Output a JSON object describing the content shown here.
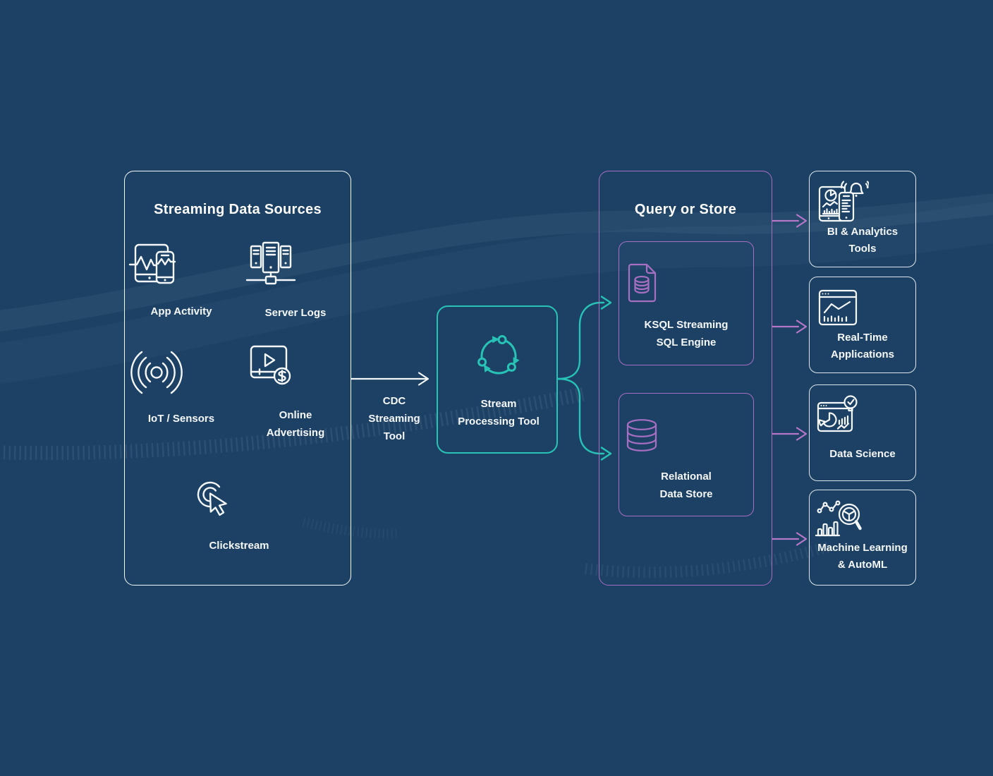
{
  "colors": {
    "background": "#1d4164",
    "teal": "#28c3b7",
    "purple": "#a76fc2",
    "arrow_pink": "#b478c8",
    "panel_border_white": "#f4f7fa",
    "destination_border": "#dde6ee",
    "text": "#ffffff"
  },
  "sources": {
    "title": "Streaming Data Sources",
    "items": [
      {
        "icon": "app-activity-icon",
        "lines": [
          "App Activity"
        ]
      },
      {
        "icon": "server-logs-icon",
        "lines": [
          "Server Logs"
        ]
      },
      {
        "icon": "iot-sensors-icon",
        "lines": [
          "IoT / Sensors"
        ]
      },
      {
        "icon": "online-advertising-icon",
        "lines": [
          "Online",
          "Advertising"
        ]
      },
      {
        "icon": "clickstream-icon",
        "lines": [
          "Clickstream"
        ]
      }
    ]
  },
  "cdc_arrow": {
    "lines": [
      "CDC",
      "Streaming",
      "Tool"
    ]
  },
  "processing": {
    "icon": "cycle-arrows-icon",
    "lines": [
      "Stream",
      "Processing Tool"
    ]
  },
  "query_store": {
    "title": "Query or Store",
    "items": [
      {
        "icon": "document-database-icon",
        "lines": [
          "KSQL Streaming",
          "SQL Engine"
        ]
      },
      {
        "icon": "database-cylinder-icon",
        "lines": [
          "Relational",
          "Data Store"
        ]
      }
    ]
  },
  "destinations": [
    {
      "icon": "bi-analytics-icon",
      "lines": [
        "BI & Analytics",
        "Tools"
      ]
    },
    {
      "icon": "realtime-applications-icon",
      "lines": [
        "Real-Time",
        "Applications"
      ]
    },
    {
      "icon": "data-science-icon",
      "lines": [
        "Data Science"
      ]
    },
    {
      "icon": "ml-automl-icon",
      "lines": [
        "Machine Learning",
        "& AutoML"
      ]
    }
  ]
}
